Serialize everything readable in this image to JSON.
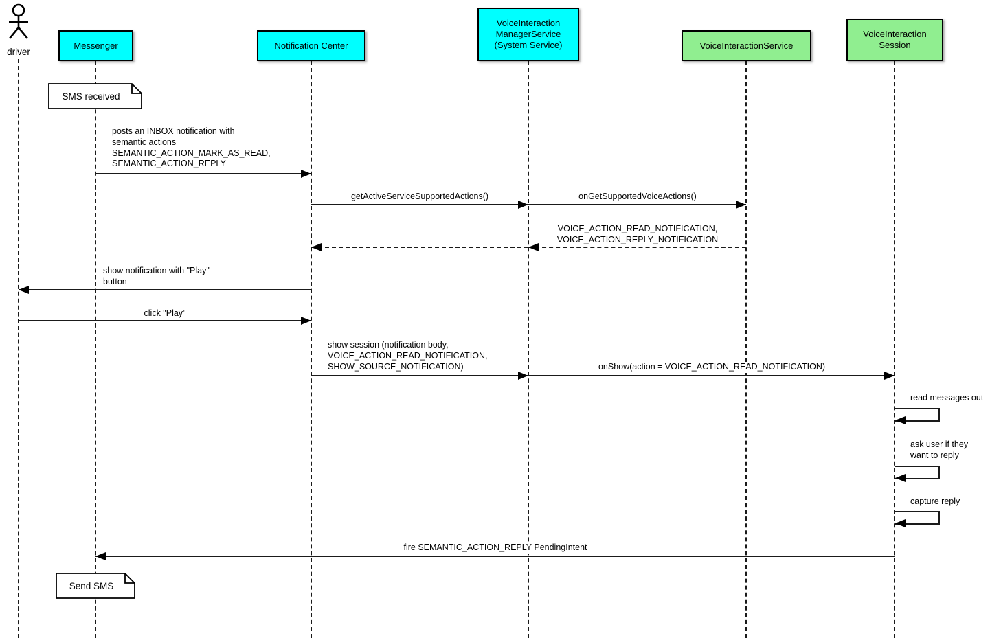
{
  "diagram_type": "uml-sequence",
  "colors": {
    "participant_primary": "#00ffff",
    "participant_secondary": "#90ee90",
    "line": "#000000",
    "background": "#ffffff"
  },
  "actor": {
    "label": "driver"
  },
  "participants": [
    {
      "id": "messenger",
      "label": "Messenger",
      "color": "#00ffff"
    },
    {
      "id": "notification-center",
      "label": "Notification Center",
      "color": "#00ffff"
    },
    {
      "id": "voice-interaction-manager-service",
      "label": "VoiceInteraction\nManagerService\n(System Service)",
      "color": "#00ffff"
    },
    {
      "id": "voice-interaction-service",
      "label": "VoiceInteractionService",
      "color": "#90ee90"
    },
    {
      "id": "voice-interaction-session",
      "label": "VoiceInteraction\nSession",
      "color": "#90ee90"
    }
  ],
  "notes": [
    {
      "label": "SMS received"
    },
    {
      "label": "Send SMS"
    }
  ],
  "messages": [
    {
      "from": "Messenger",
      "to": "Notification Center",
      "style": "solid",
      "label": "posts an INBOX notification with\nsemantic actions\nSEMANTIC_ACTION_MARK_AS_READ,\nSEMANTIC_ACTION_REPLY"
    },
    {
      "from": "Notification Center",
      "to": "VoiceInteraction ManagerService",
      "style": "solid",
      "label": "getActiveServiceSupportedActions()"
    },
    {
      "from": "VoiceInteraction ManagerService",
      "to": "VoiceInteractionService",
      "style": "solid",
      "label": "onGetSupportedVoiceActions()"
    },
    {
      "from": "VoiceInteractionService",
      "to": "VoiceInteraction ManagerService",
      "style": "dashed",
      "label": "VOICE_ACTION_READ_NOTIFICATION,\nVOICE_ACTION_REPLY_NOTIFICATION"
    },
    {
      "from": "VoiceInteraction ManagerService",
      "to": "Notification Center",
      "style": "dashed",
      "label": ""
    },
    {
      "from": "Notification Center",
      "to": "driver",
      "style": "solid",
      "label": "show notification with \"Play\"\nbutton"
    },
    {
      "from": "driver",
      "to": "Notification Center",
      "style": "solid",
      "label": "click \"Play\""
    },
    {
      "from": "Notification Center",
      "to": "VoiceInteraction ManagerService",
      "style": "solid",
      "label": "show session (notification body,\nVOICE_ACTION_READ_NOTIFICATION,\nSHOW_SOURCE_NOTIFICATION)"
    },
    {
      "from": "VoiceInteraction ManagerService",
      "to": "VoiceInteraction Session",
      "style": "solid",
      "label": "onShow(action = VOICE_ACTION_READ_NOTIFICATION)"
    },
    {
      "from": "VoiceInteraction Session",
      "to": "VoiceInteraction Session",
      "style": "self",
      "label": "read messages out"
    },
    {
      "from": "VoiceInteraction Session",
      "to": "VoiceInteraction Session",
      "style": "self",
      "label": "ask user if they\nwant to reply"
    },
    {
      "from": "VoiceInteraction Session",
      "to": "VoiceInteraction Session",
      "style": "self",
      "label": "capture reply"
    },
    {
      "from": "VoiceInteraction Session",
      "to": "Messenger",
      "style": "solid",
      "label": "fire SEMANTIC_ACTION_REPLY PendingIntent"
    }
  ]
}
